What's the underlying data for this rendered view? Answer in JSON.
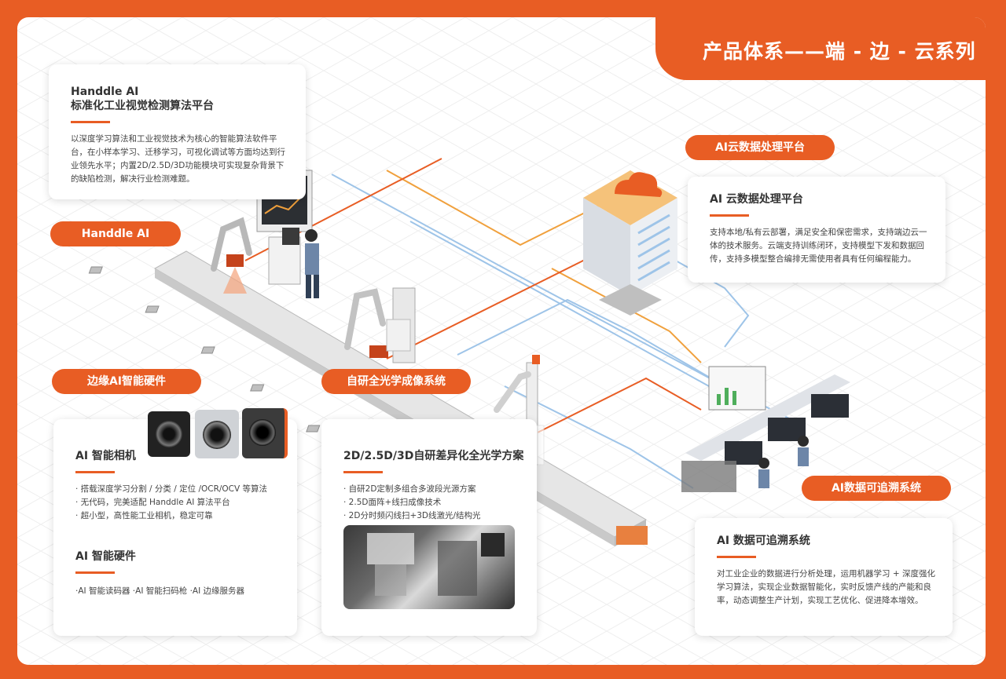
{
  "title": "产品体系——端 - 边 - 云系列",
  "colors": {
    "accent": "#e85d24",
    "blue_line": "#9ec4e8",
    "orange_line": "#f0a03c"
  },
  "handdle_card": {
    "title_line1": "Handdle AI",
    "title_line2": "标准化工业视觉检测算法平台",
    "body": "以深度学习算法和工业视觉技术为核心的智能算法软件平台，在小样本学习、迁移学习，可视化调试等方面均达到行业领先水平；内置2D/2.5D/3D功能模块可实现复杂背景下的缺陷检测，解决行业检测难题。"
  },
  "pills": {
    "handdle": "Handdle  AI",
    "cloud": "AI云数据处理平台",
    "edge": "边缘AI智能硬件",
    "optical": "自研全光学成像系统",
    "trace": "AI数据可追溯系统"
  },
  "cloud_card": {
    "title": "AI 云数据处理平台",
    "body": "支持本地/私有云部署，满足安全和保密需求，支持端边云一体的技术服务。云端支持训练闭环，支持模型下发和数据回传，支持多模型整合编排无需使用者具有任何编程能力。"
  },
  "edge_card": {
    "camera_title": "AI 智能相机",
    "camera_items": [
      "· 搭载深度学习分割 / 分类 / 定位 /OCR/OCV 等算法",
      "· 无代码，完美适配 Handdle AI 算法平台",
      "· 超小型，高性能工业相机，稳定可靠"
    ],
    "hardware_title": "AI 智能硬件",
    "hardware_items": "·AI 智能读码器  ·AI 智能扫码枪  ·AI 边缘服务器"
  },
  "optical_card": {
    "title": "2D/2.5D/3D自研差异化全光学方案",
    "items": [
      "· 自研2D定制多组合多波段光源方案",
      "· 2.5D面阵+线扫成像技术",
      "· 2D分时频闪线扫+3D线激光/结构光"
    ]
  },
  "trace_card": {
    "title": "AI 数据可追溯系统",
    "body": "对工业企业的数据进行分析处理，运用机器学习 + 深度强化学习算法，实现企业数据智能化，实时反馈产线的产能和良率，动态调整生产计划，实现工艺优化、促进降本增效。"
  }
}
